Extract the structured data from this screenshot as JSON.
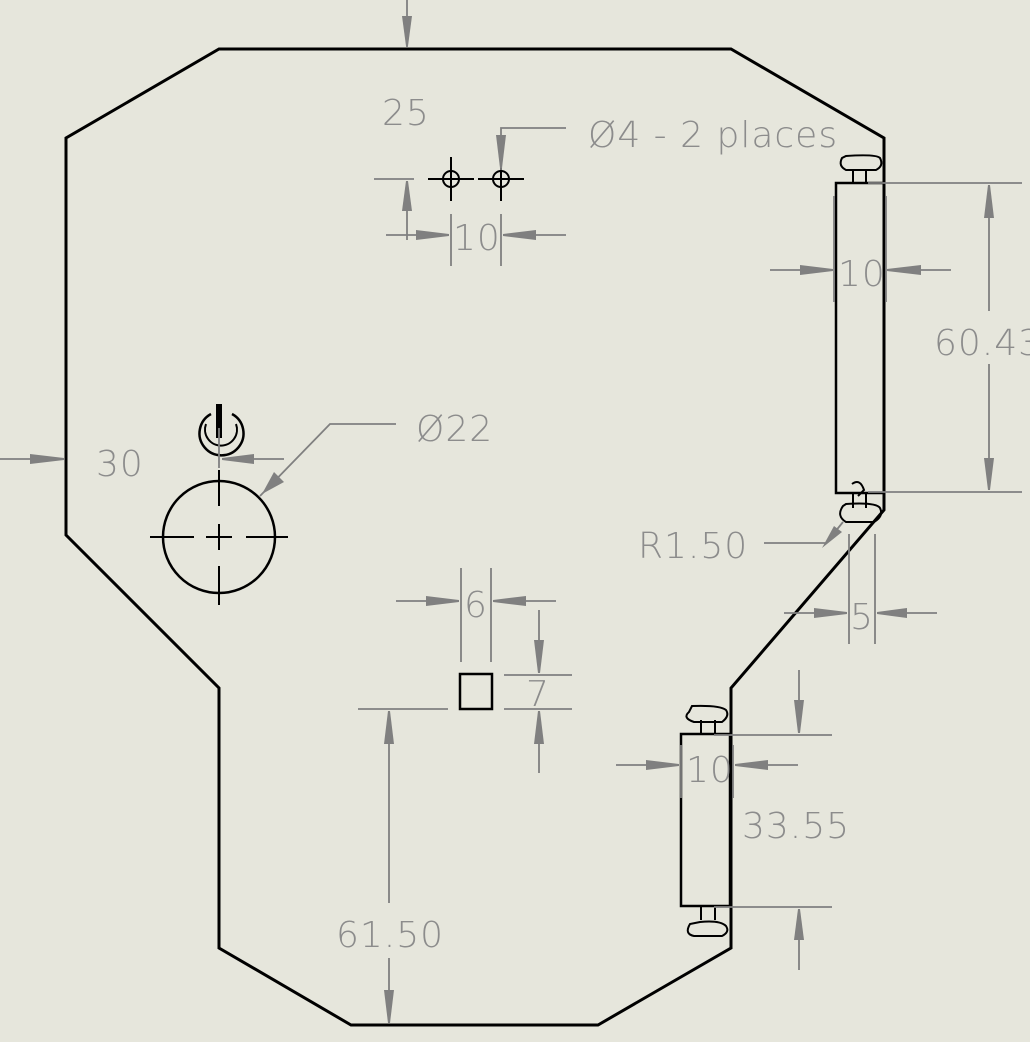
{
  "drawing": {
    "background": "#e6e6dc",
    "line_color": "#000000",
    "dimension_color": "#808080"
  },
  "dimensions": {
    "top_offset_25": "25",
    "hole_callout": "Ø4 - 2 places",
    "hole_spacing": "10",
    "slot_top_width": "10",
    "slot_top_length": "60.43",
    "button_offset_30": "30",
    "button_diameter": "Ø22",
    "fillet_radius": "R1.50",
    "slot_edge_offset": "5",
    "square_width": "6",
    "square_height": "7",
    "slot_bottom_width": "10",
    "slot_bottom_length": "33.55",
    "square_offset_61": "61.50"
  },
  "icons": {
    "power_symbol": "power-icon"
  }
}
